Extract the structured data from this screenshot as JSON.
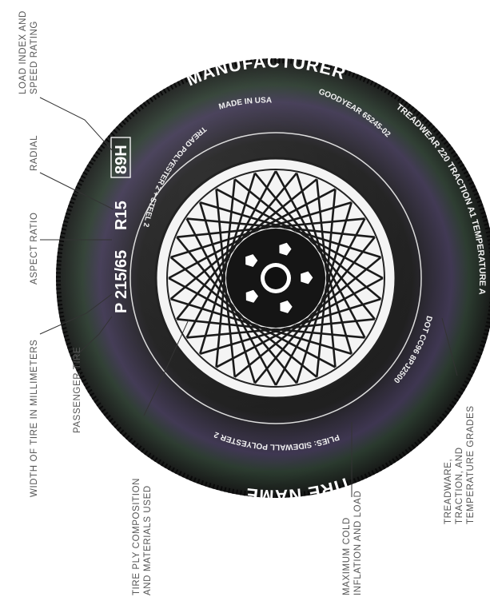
{
  "tire": {
    "manufacturer": "MANUFACTURER",
    "tire_name": "TIRE NAME",
    "made_in": "MADE IN USA",
    "brand_code": "GOODYEAR 65245-02",
    "treadwear": "TREADWEAR 220 TRACTION A1 TEMPERATURE A",
    "dot": "DOT CC96 8PJ2500",
    "plies": "PLIES: SIDEWALL POLYESTER 2",
    "tread": "TREAD POLYESTER 2 + STEEL 2",
    "size_p": "P",
    "size_width_ratio": "215/65",
    "size_radial": "R15",
    "size_load_speed": "89H"
  },
  "callouts": {
    "load_index_1": "LOAD INDEX AND",
    "load_index_2": "SPEED RATING",
    "radial": "RADIAL",
    "aspect_ratio": "ASPECT RATIO",
    "width": "WIDTH OF TIRE IN MILLIMETERS",
    "passenger": "PASSENGER TIRE",
    "ply_1": "TIRE PLY COMPOSITION",
    "ply_2": "AND MATERIALS USED",
    "inflation_1": "MAXIMUM COLD",
    "inflation_2": "INFLATION AND LOAD",
    "grades_1": "TREADWARE,",
    "grades_2": "TRACTION, AND",
    "grades_3": "TEMPERATURE GRADES"
  },
  "colors": {
    "tire": "#1a1a1a",
    "sidewall_sheen": "#4a3f5a",
    "rim": "#e8e8e8",
    "hub": "#111111",
    "leader": "#333333"
  }
}
